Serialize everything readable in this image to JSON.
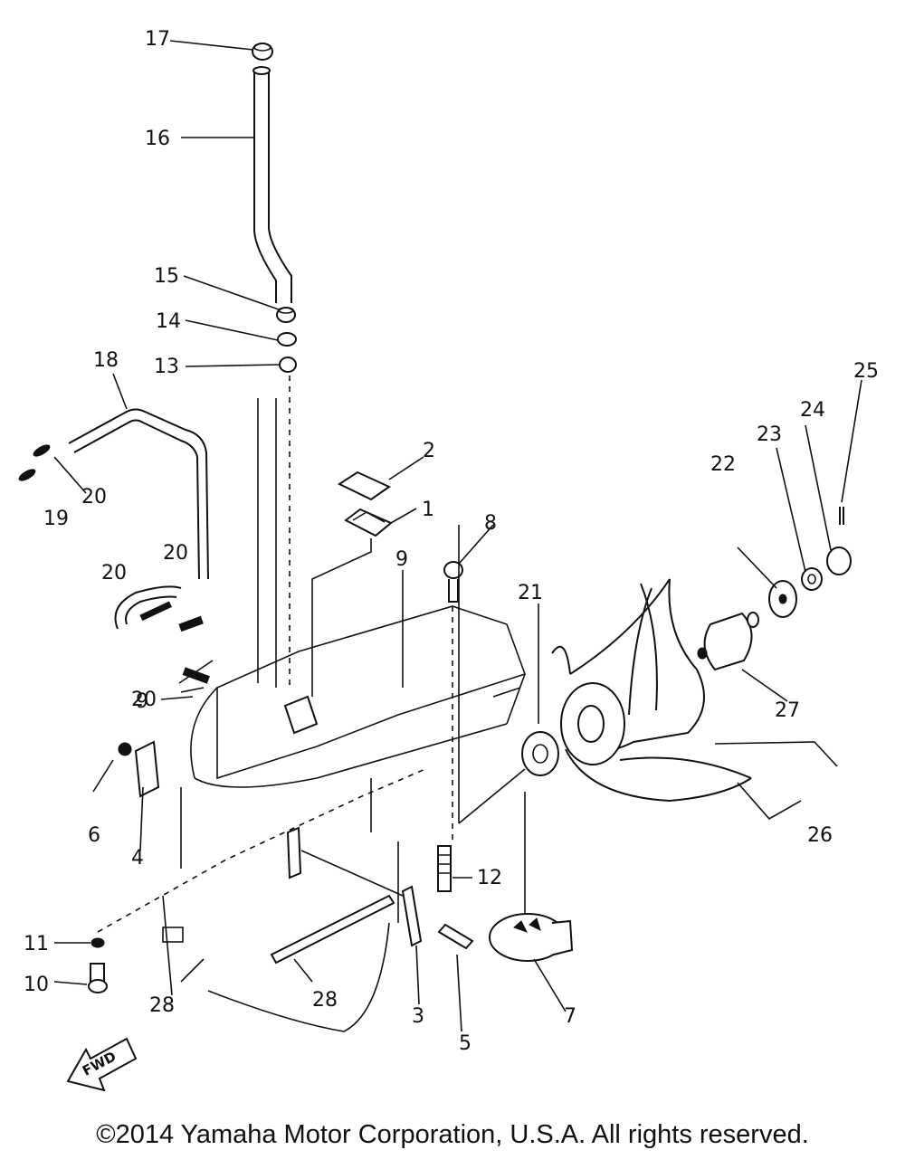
{
  "callouts": {
    "c1": "1",
    "c2": "2",
    "c3": "3",
    "c4": "4",
    "c5": "5",
    "c6": "6",
    "c7": "7",
    "c8": "8",
    "c9a": "9",
    "c9b": "9",
    "c10": "10",
    "c11": "11",
    "c12": "12",
    "c13": "13",
    "c14": "14",
    "c15": "15",
    "c16": "16",
    "c17": "17",
    "c18": "18",
    "c19": "19",
    "c20a": "20",
    "c20b": "20",
    "c20c": "20",
    "c20d": "20",
    "c21": "21",
    "c22": "22",
    "c23": "23",
    "c24": "24",
    "c25": "25",
    "c26": "26",
    "c27": "27",
    "c28a": "28",
    "c28b": "28"
  },
  "fwd_label": "FWD",
  "copyright": "©2014 Yamaha Motor Corporation, U.S.A. All rights reserved."
}
